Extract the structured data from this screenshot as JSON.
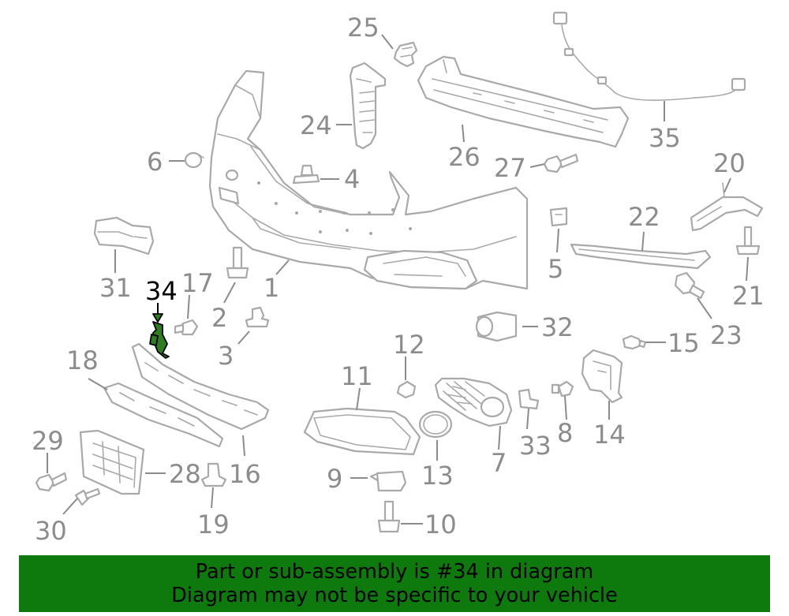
{
  "diagram": {
    "highlight_color": "#2e7d21",
    "line_color": "#a9a9a9",
    "label_color": "#8c8c8c",
    "highlighted_callout": "34",
    "callouts": {
      "c1": "1",
      "c2": "2",
      "c3": "3",
      "c4": "4",
      "c5": "5",
      "c6": "6",
      "c7": "7",
      "c8": "8",
      "c9": "9",
      "c10": "10",
      "c11": "11",
      "c12": "12",
      "c13": "13",
      "c14": "14",
      "c15": "15",
      "c16": "16",
      "c17": "17",
      "c18": "18",
      "c19": "19",
      "c20": "20",
      "c21": "21",
      "c22": "22",
      "c23": "23",
      "c24": "24",
      "c25": "25",
      "c26": "26",
      "c27": "27",
      "c28": "28",
      "c29": "29",
      "c30": "30",
      "c31": "31",
      "c32": "32",
      "c33": "33",
      "c34": "34",
      "c35": "35"
    }
  },
  "banner": {
    "line1": "Part or sub-assembly is #34 in diagram",
    "line2": "Diagram may not be specific to your vehicle",
    "background": "#0e7a0d"
  }
}
